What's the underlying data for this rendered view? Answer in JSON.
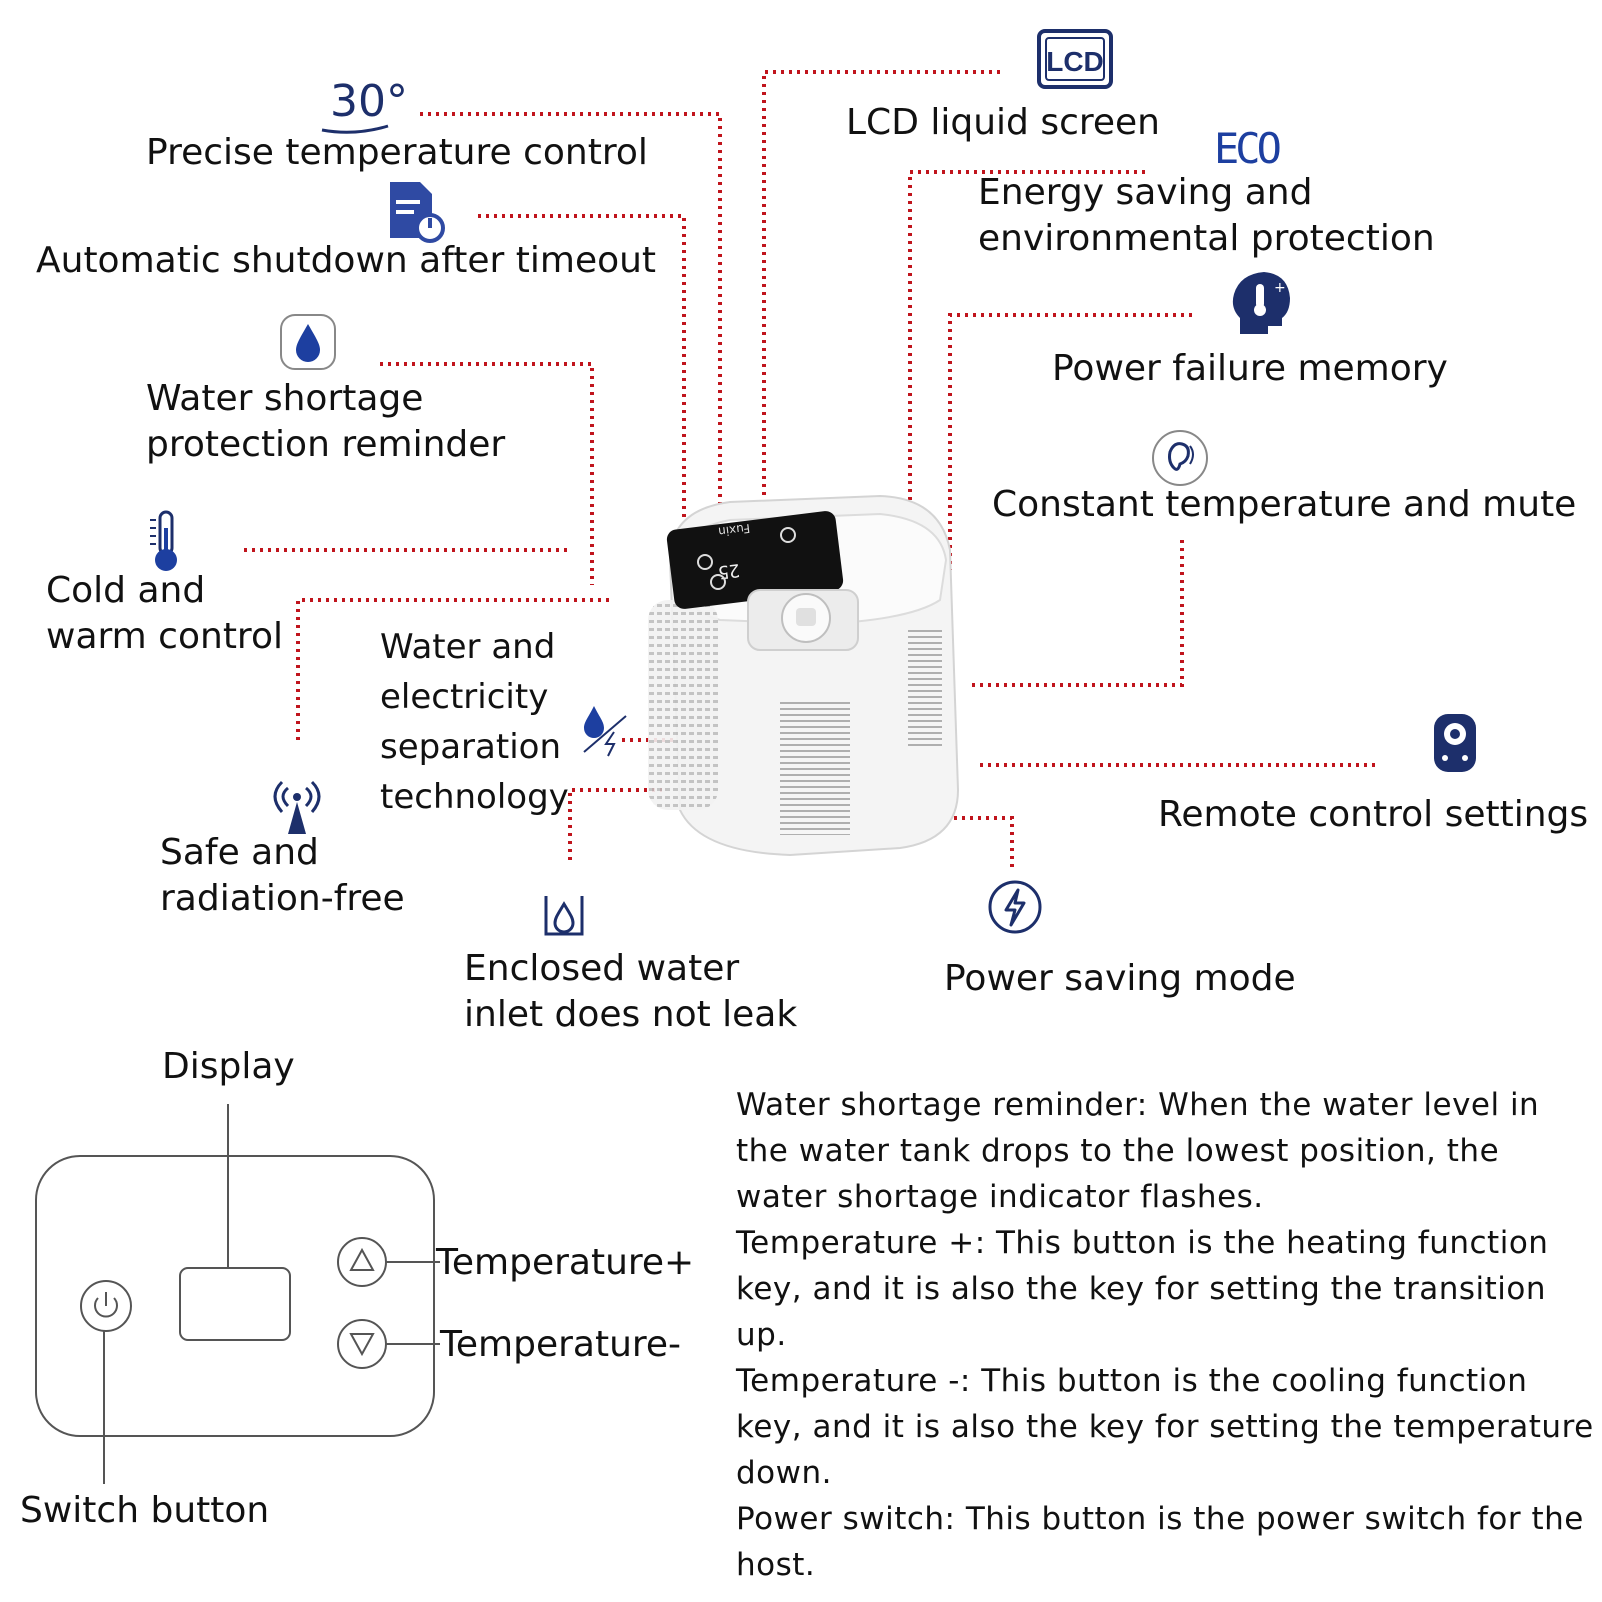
{
  "features": {
    "precise_temp": {
      "icon_text": "30°",
      "label": "Precise temperature control"
    },
    "auto_shutdown": {
      "label": "Automatic shutdown after timeout"
    },
    "water_shortage": {
      "line1": "Water shortage",
      "line2": "protection reminder"
    },
    "cold_warm": {
      "line1": "Cold and",
      "line2": "warm control"
    },
    "separation": {
      "line1": "Water and",
      "line2": "electricity",
      "line3": "separation",
      "line4": "technology"
    },
    "safe": {
      "line1": "Safe and",
      "line2": "radiation-free"
    },
    "enclosed_inlet": {
      "line1": "Enclosed water",
      "line2": "inlet does not leak"
    },
    "lcd": {
      "icon_text": "LCD",
      "label": "LCD liquid screen"
    },
    "eco": {
      "icon_text": "ECO",
      "line1": "Energy saving and",
      "line2": "environmental protection"
    },
    "power_memory": {
      "label": "Power failure memory"
    },
    "constant_mute": {
      "label": "Constant temperature and mute"
    },
    "remote": {
      "label": "Remote control settings"
    },
    "power_saving": {
      "label": "Power saving mode"
    }
  },
  "device": {
    "brand": "Fuxin",
    "display_value": "25"
  },
  "control_panel": {
    "display_label": "Display",
    "temp_plus_label": "Temperature+",
    "temp_minus_label": "Temperature-",
    "switch_label": "Switch button"
  },
  "descriptions": [
    "Water shortage reminder: When the water level in the water tank drops to the lowest position, the water shortage indicator flashes.",
    "Temperature +: This button is the heating function key, and it is also the key for setting the transition up.",
    "Temperature -: This button is the cooling function key, and it is also the key for setting the temperature down.",
    "Power switch: This button is the power switch for the host."
  ],
  "colors": {
    "icon_blue": "#1d2f6b",
    "leader_red": "#c0141c",
    "text": "#111111"
  }
}
